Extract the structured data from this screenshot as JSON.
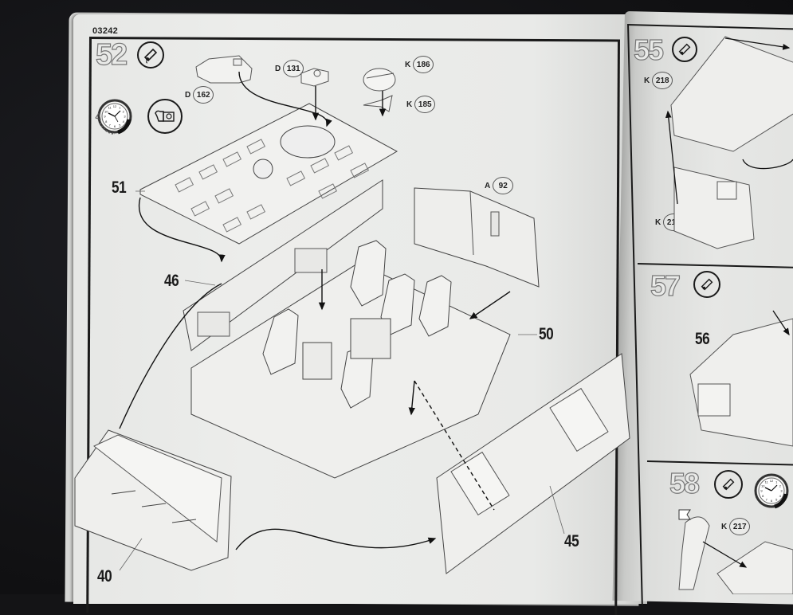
{
  "document": {
    "type": "Model kit assembly instruction sheet",
    "catalog_number": "03242"
  },
  "left_page": {
    "step": {
      "number": "52",
      "icons": [
        "glue-tube-icon",
        "drying-clock-icon",
        "tape-icon"
      ],
      "parts": [
        {
          "sprue": "D",
          "number": "162"
        },
        {
          "sprue": "D",
          "number": "131"
        },
        {
          "sprue": "K",
          "number": "186"
        },
        {
          "sprue": "K",
          "number": "185"
        },
        {
          "sprue": "A",
          "number": "92"
        }
      ],
      "subassembly_callouts": [
        "51",
        "46",
        "50",
        "40",
        "45"
      ]
    }
  },
  "right_page": {
    "steps": [
      {
        "number": "55",
        "icons": [
          "glue-tube-icon"
        ],
        "parts": [
          {
            "sprue": "K",
            "number": "218"
          },
          {
            "sprue": "K",
            "number": "219"
          }
        ]
      },
      {
        "number": "57",
        "icons": [
          "glue-tube-icon"
        ],
        "subassembly_callouts": [
          "56"
        ]
      },
      {
        "number": "58",
        "icons": [
          "glue-tube-icon",
          "drying-clock-icon"
        ],
        "parts": [
          {
            "sprue": "K",
            "number": "217"
          }
        ],
        "flag_icon": "decal-flag-icon"
      }
    ]
  },
  "clock_face": {
    "numerals": [
      "12",
      "1",
      "2",
      "3",
      "4",
      "5",
      "6",
      "7",
      "8",
      "9",
      "10",
      "11"
    ]
  }
}
